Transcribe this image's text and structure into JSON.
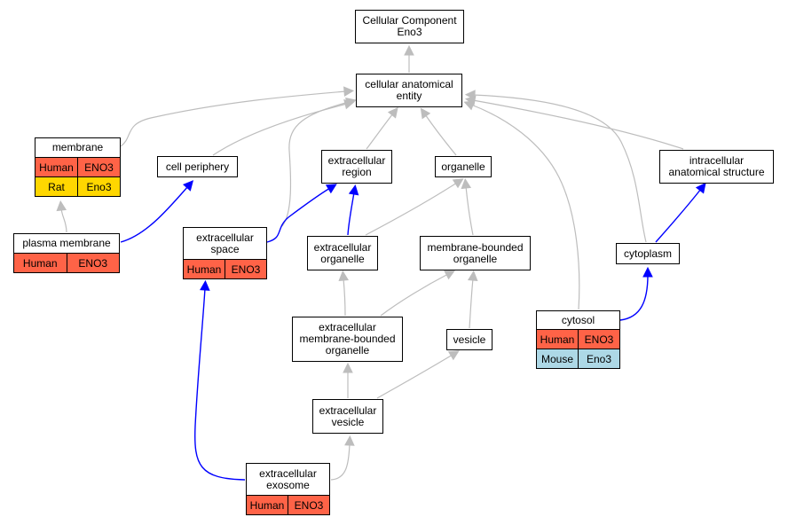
{
  "colors": {
    "human": "#FF6347",
    "rat": "#FFD700",
    "mouse": "#ADD8E6",
    "edge_default": "#BDBDBD",
    "edge_highlight": "#0000FF"
  },
  "nodes": {
    "root": {
      "label": "Cellular Component\nEno3"
    },
    "cae": {
      "label": "cellular anatomical\nentity"
    },
    "membrane": {
      "label": "membrane",
      "annotations": [
        {
          "species": "Human",
          "gene": "ENO3",
          "color": "human"
        },
        {
          "species": "Rat",
          "gene": "Eno3",
          "color": "rat"
        }
      ]
    },
    "cell_periphery": {
      "label": "cell periphery"
    },
    "extracellular_region": {
      "label": "extracellular\nregion"
    },
    "organelle": {
      "label": "organelle"
    },
    "intracellular": {
      "label": "intracellular\nanatomical structure"
    },
    "plasma_membrane": {
      "label": "plasma membrane",
      "annotations": [
        {
          "species": "Human",
          "gene": "ENO3",
          "color": "human"
        }
      ]
    },
    "extracellular_space": {
      "label": "extracellular\nspace",
      "annotations": [
        {
          "species": "Human",
          "gene": "ENO3",
          "color": "human"
        }
      ]
    },
    "extracellular_organelle": {
      "label": "extracellular\norganelle"
    },
    "membrane_bounded_organelle": {
      "label": "membrane-bounded\norganelle"
    },
    "cytoplasm": {
      "label": "cytoplasm"
    },
    "ext_mbo": {
      "label": "extracellular\nmembrane-bounded\norganelle"
    },
    "vesicle": {
      "label": "vesicle"
    },
    "cytosol": {
      "label": "cytosol",
      "annotations": [
        {
          "species": "Human",
          "gene": "ENO3",
          "color": "human"
        },
        {
          "species": "Mouse",
          "gene": "Eno3",
          "color": "mouse"
        }
      ]
    },
    "extracellular_vesicle": {
      "label": "extracellular\nvesicle"
    },
    "extracellular_exosome": {
      "label": "extracellular\nexosome",
      "annotations": [
        {
          "species": "Human",
          "gene": "ENO3",
          "color": "human"
        }
      ]
    }
  },
  "edges": [
    {
      "from": "cae",
      "to": "root",
      "highlight": false
    },
    {
      "from": "membrane",
      "to": "cae",
      "highlight": false
    },
    {
      "from": "cell_periphery",
      "to": "cae",
      "highlight": false
    },
    {
      "from": "extracellular_region",
      "to": "cae",
      "highlight": false
    },
    {
      "from": "organelle",
      "to": "cae",
      "highlight": false
    },
    {
      "from": "intracellular",
      "to": "cae",
      "highlight": false
    },
    {
      "from": "extracellular_space",
      "to": "cae",
      "highlight": false
    },
    {
      "from": "cytosol",
      "to": "cae",
      "highlight": false
    },
    {
      "from": "cytoplasm",
      "to": "cae",
      "highlight": false
    },
    {
      "from": "plasma_membrane",
      "to": "membrane",
      "highlight": false
    },
    {
      "from": "plasma_membrane",
      "to": "cell_periphery",
      "highlight": true
    },
    {
      "from": "extracellular_space",
      "to": "extracellular_region",
      "highlight": true
    },
    {
      "from": "extracellular_organelle",
      "to": "extracellular_region",
      "highlight": true
    },
    {
      "from": "extracellular_organelle",
      "to": "organelle",
      "highlight": false
    },
    {
      "from": "membrane_bounded_organelle",
      "to": "organelle",
      "highlight": false
    },
    {
      "from": "cytoplasm",
      "to": "intracellular",
      "highlight": true
    },
    {
      "from": "ext_mbo",
      "to": "extracellular_organelle",
      "highlight": false
    },
    {
      "from": "ext_mbo",
      "to": "membrane_bounded_organelle",
      "highlight": false
    },
    {
      "from": "vesicle",
      "to": "membrane_bounded_organelle",
      "highlight": false
    },
    {
      "from": "cytosol",
      "to": "cytoplasm",
      "highlight": true
    },
    {
      "from": "extracellular_vesicle",
      "to": "ext_mbo",
      "highlight": false
    },
    {
      "from": "extracellular_vesicle",
      "to": "vesicle",
      "highlight": false
    },
    {
      "from": "extracellular_exosome",
      "to": "extracellular_vesicle",
      "highlight": false
    },
    {
      "from": "extracellular_exosome",
      "to": "extracellular_space",
      "highlight": true
    }
  ]
}
